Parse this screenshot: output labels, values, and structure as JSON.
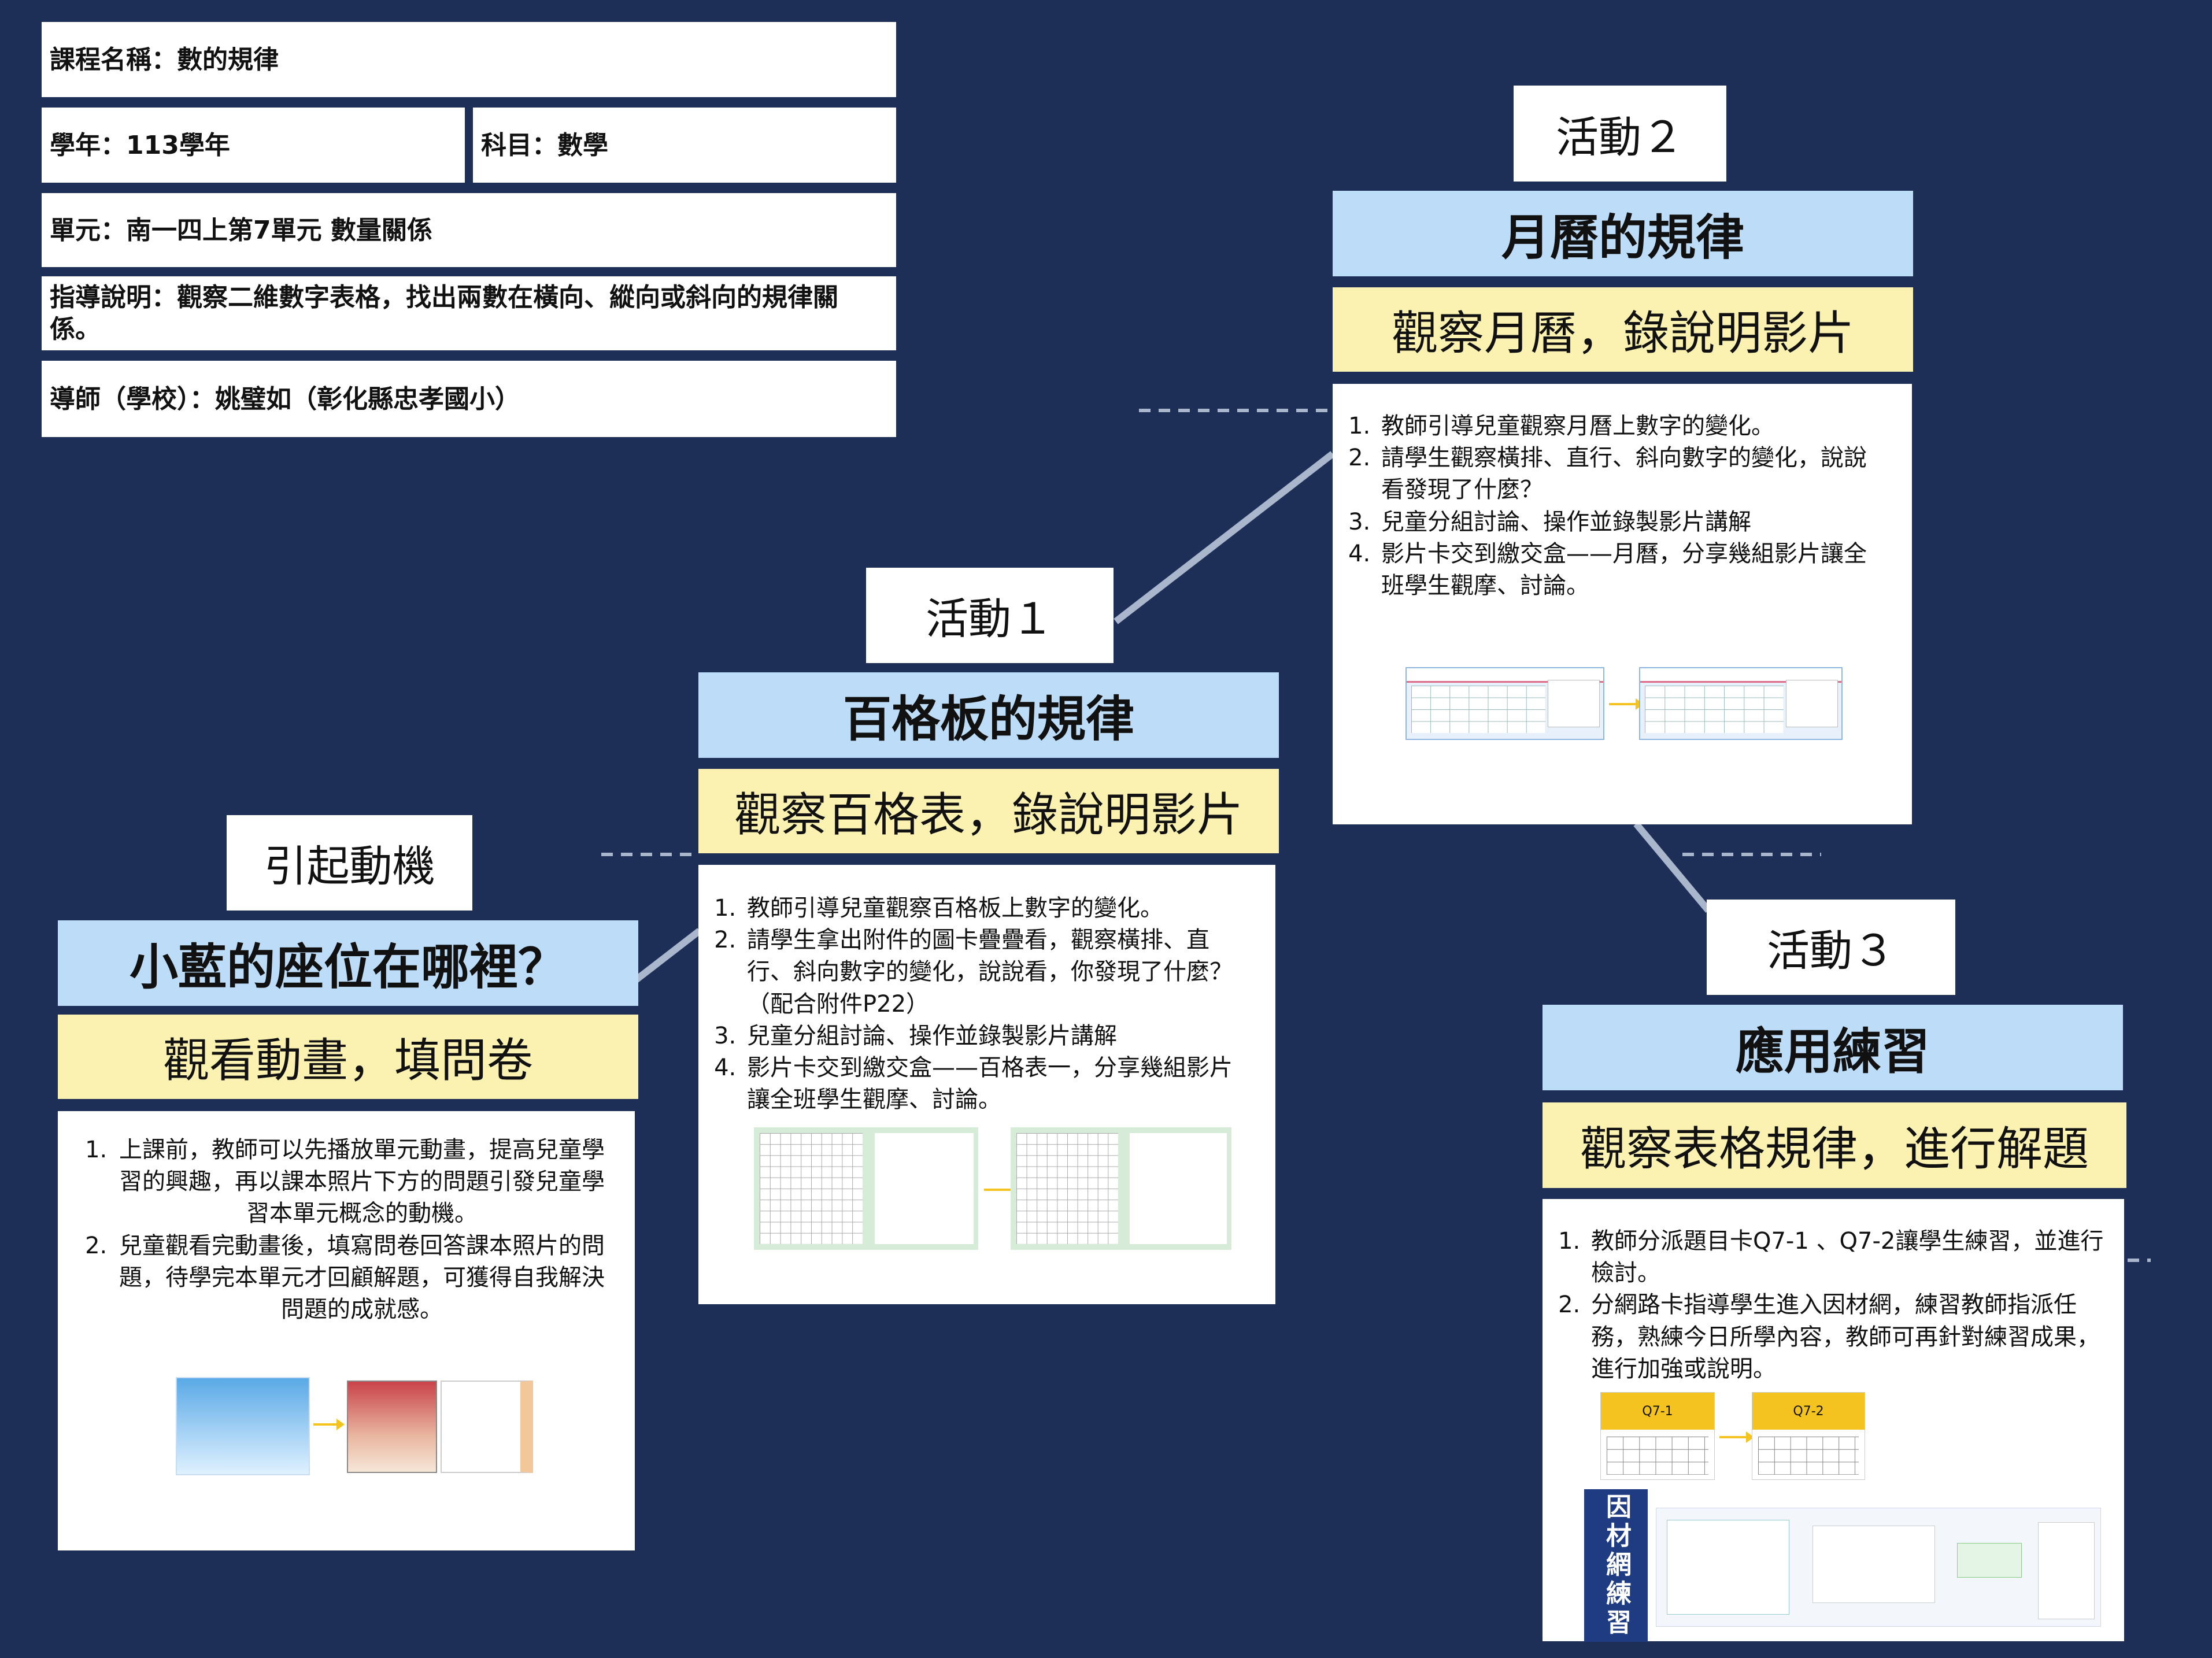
{
  "header": {
    "course": "課程名稱：數的規律",
    "year": "學年：113學年",
    "subject": "科目：數學",
    "unit": "單元：南一四上第7單元 數量關係",
    "guide": "指導說明：觀察二維數字表格，找出兩數在橫向、縱向或斜向的規律關係。",
    "teacher": "導師（學校）：姚璧如（彰化縣忠孝國小）"
  },
  "motivation": {
    "label": "引起動機",
    "title": "小藍的座位在哪裡？",
    "subtitle": "觀看動畫，填問卷",
    "steps": [
      "上課前，教師可以先播放單元動畫，提高兒童學習的興趣，再以課本照片下方的問題引發兒童學習本單元概念的動機。",
      "兒童觀看完動畫後，填寫問卷回答課本照片的問題，待學完本單元才回顧解題，可獲得自我解決問題的成就感。"
    ]
  },
  "activity1": {
    "label": "活動１",
    "title": "百格板的規律",
    "subtitle": "觀察百格表，錄說明影片",
    "steps": [
      "教師引導兒童觀察百格板上數字的變化。",
      "請學生拿出附件的圖卡疊疊看，觀察橫排、直行、斜向數字的變化，說說看，你發現了什麼？（配合附件P22）",
      "兒童分組討論、操作並錄製影片講解",
      "影片卡交到繳交盒——百格表一，分享幾組影片讓全班學生觀摩、討論。"
    ]
  },
  "activity2": {
    "label": "活動２",
    "title": "月曆的規律",
    "subtitle": "觀察月曆，錄說明影片",
    "steps": [
      "教師引導兒童觀察月曆上數字的變化。",
      "請學生觀察橫排、直行、斜向數字的變化，說說看發現了什麼？",
      "兒童分組討論、操作並錄製影片講解",
      "影片卡交到繳交盒——月曆，分享幾組影片讓全班學生觀摩、討論。"
    ]
  },
  "activity3": {
    "label": "活動３",
    "title": "應用練習",
    "subtitle": "觀察表格規律，進行解題",
    "steps": [
      "教師分派題目卡Q7-1 、Q7-2讓學生練習，並進行檢討。",
      "分網路卡指導學生進入因材網，練習教師指派任務，熟練今日所學內容，教師可再針對練習成果，進行加強或說明。"
    ],
    "q1": "Q7-1",
    "q2": "Q7-2",
    "site_label": "因材網練習"
  },
  "colors": {
    "background": "#1e2f57",
    "title_bar": "#bcdcf7",
    "subtitle_bar": "#fbf1b0",
    "connector": "#a9b6cc"
  }
}
